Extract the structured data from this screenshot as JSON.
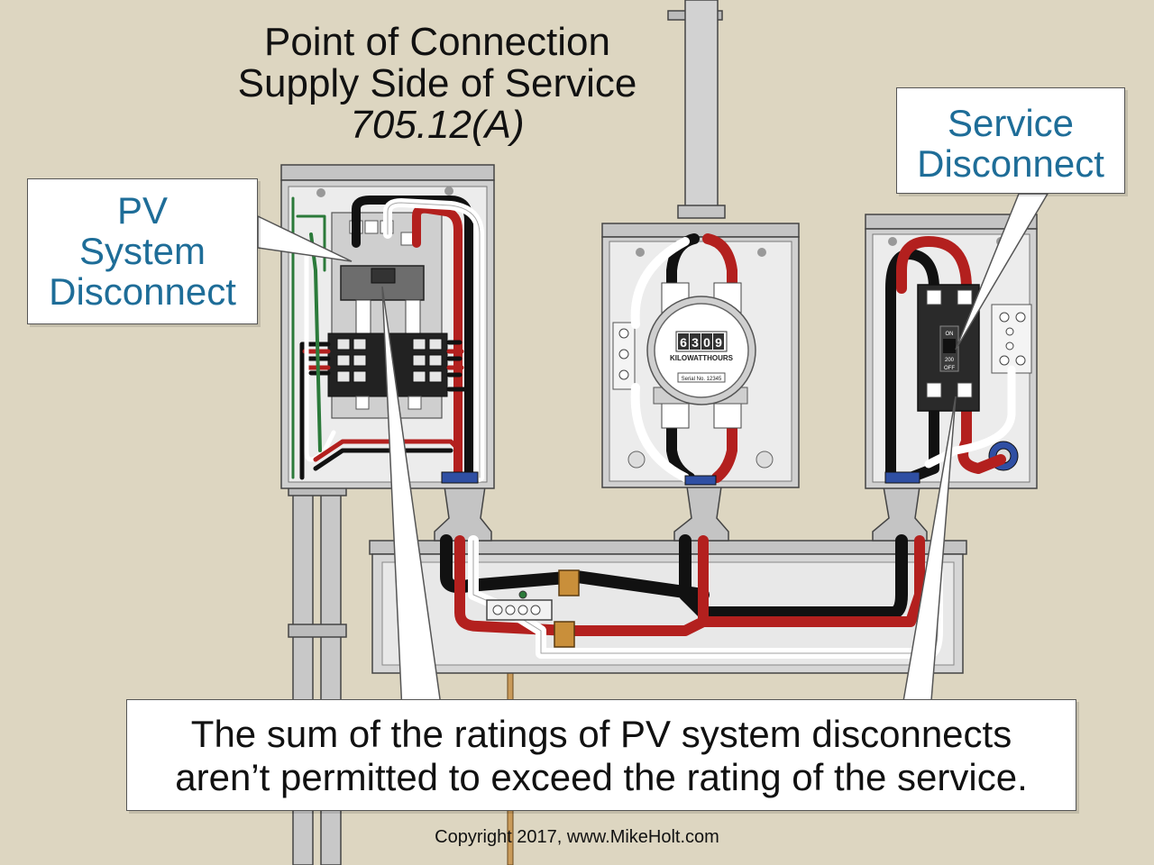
{
  "title": {
    "line1": "Point of Connection",
    "line2": "Supply Side of Service",
    "line3": "705.12(A)"
  },
  "callouts": {
    "pv_line1": "PV",
    "pv_line2": "System",
    "pv_line3": "Disconnect",
    "service_line1": "Service",
    "service_line2": "Disconnect"
  },
  "note": {
    "line1": "The sum of the ratings of PV system disconnects",
    "line2": "aren’t permitted to exceed the rating of the service."
  },
  "meter": {
    "digits": [
      "6",
      "3",
      "0",
      "9"
    ],
    "label": "KILOWATTHOURS",
    "serial": "Serial No. 12345"
  },
  "service_breaker": {
    "on_label": "ON",
    "off_label": "OFF",
    "rating": "200"
  },
  "copyright": "Copyright 2017, www.MikeHolt.com",
  "colors": {
    "background": "#ddd6c1",
    "callout_text": "#1e6d98",
    "wire_red": "#b3201e",
    "wire_black": "#111111",
    "wire_white": "#ffffff",
    "enclosure": "#c9c9c9"
  }
}
